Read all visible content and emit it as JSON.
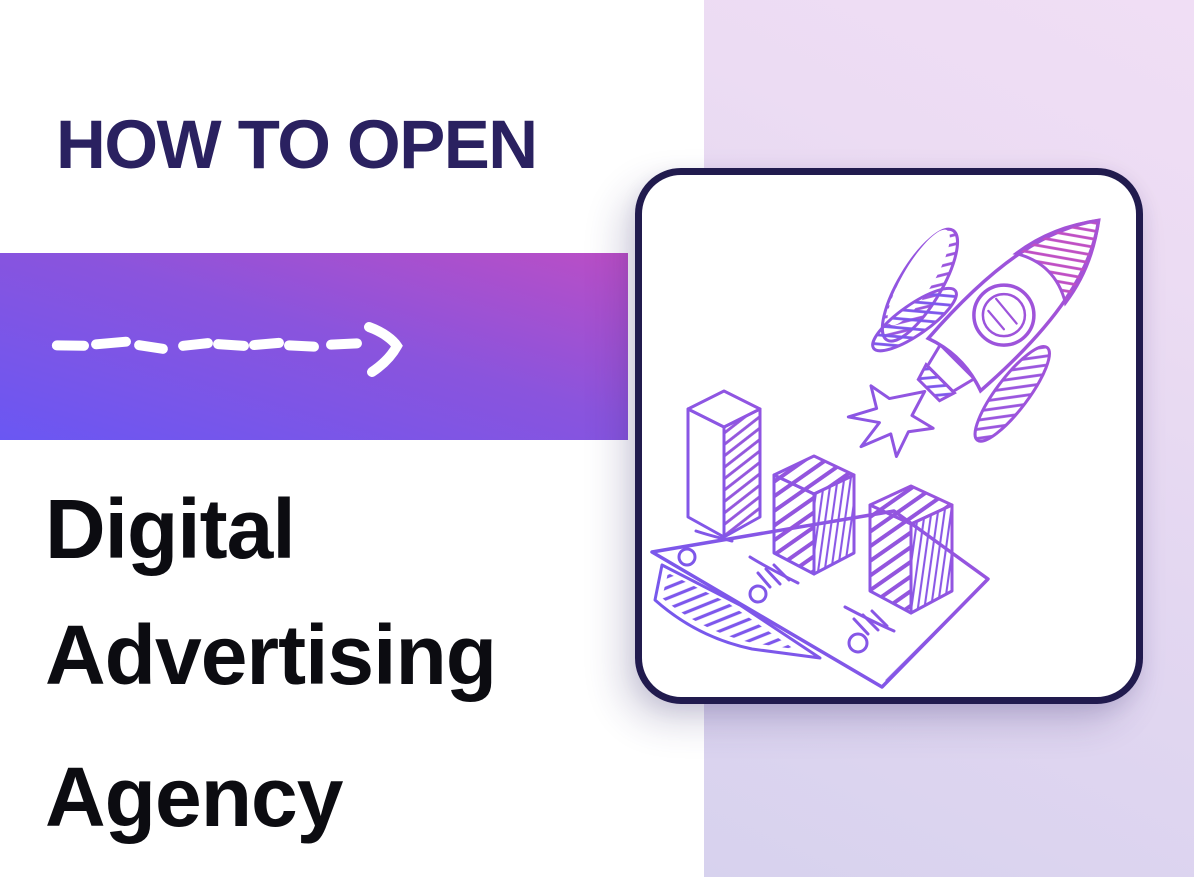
{
  "kicker": "HOW TO OPEN",
  "title": {
    "lines": [
      "Digital",
      "Advertising",
      "Agency"
    ]
  },
  "band": {
    "icon": "dashed-arrow-icon",
    "gradient_from": "#6a57f3",
    "gradient_to": "#bb4ec5",
    "arrow_color": "#ffffff"
  },
  "card": {
    "illustration": "rocket-launch-with-isometric-bar-chart-doodle",
    "border_color": "#211b4e",
    "background": "#ffffff",
    "ink_gradient_from": "#6d59f1",
    "ink_gradient_to": "#bc4ec6"
  },
  "colors": {
    "kicker_text": "#2a2160",
    "title_text": "#0c0c11",
    "left_background": "#ffffff",
    "right_panel_top": "#f0def5",
    "right_panel_bottom": "#d7d2ee"
  }
}
